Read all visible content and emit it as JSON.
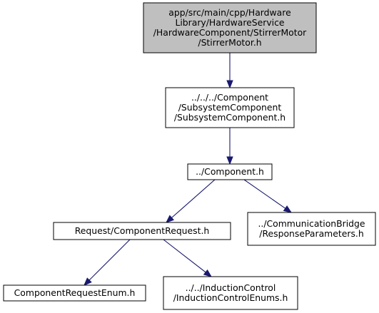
{
  "graph": {
    "nodes": [
      {
        "id": "stirrer_motor",
        "lines": [
          "app/src/main/cpp/Hardware",
          "Library/HardwareService",
          "/HardwareComponent/StirrerMotor",
          "/StirrerMotor.h"
        ],
        "fill": "#bfbfbf",
        "highlighted": true
      },
      {
        "id": "subsystem_component",
        "lines": [
          "../../../Component",
          "/SubsystemComponent",
          "/SubsystemComponent.h"
        ],
        "fill": "#ffffff",
        "highlighted": false
      },
      {
        "id": "component",
        "lines": [
          "../Component.h"
        ],
        "fill": "#ffffff",
        "highlighted": false
      },
      {
        "id": "component_request",
        "lines": [
          "Request/ComponentRequest.h"
        ],
        "fill": "#ffffff",
        "highlighted": false
      },
      {
        "id": "response_parameters",
        "lines": [
          "../CommunicationBridge",
          "/ResponseParameters.h"
        ],
        "fill": "#ffffff",
        "highlighted": false
      },
      {
        "id": "component_request_enum",
        "lines": [
          "ComponentRequestEnum.h"
        ],
        "fill": "#ffffff",
        "highlighted": false
      },
      {
        "id": "induction_control_enums",
        "lines": [
          "../../InductionControl",
          "/InductionControlEnums.h"
        ],
        "fill": "#ffffff",
        "highlighted": false
      }
    ],
    "edges": [
      {
        "from": "stirrer_motor",
        "to": "subsystem_component"
      },
      {
        "from": "subsystem_component",
        "to": "component"
      },
      {
        "from": "component",
        "to": "component_request"
      },
      {
        "from": "component",
        "to": "response_parameters"
      },
      {
        "from": "component_request",
        "to": "component_request_enum"
      },
      {
        "from": "component_request",
        "to": "induction_control_enums"
      }
    ],
    "colors": {
      "edge": "#191970",
      "border": "#000000",
      "highlight_fill": "#bfbfbf",
      "node_fill": "#ffffff"
    }
  }
}
